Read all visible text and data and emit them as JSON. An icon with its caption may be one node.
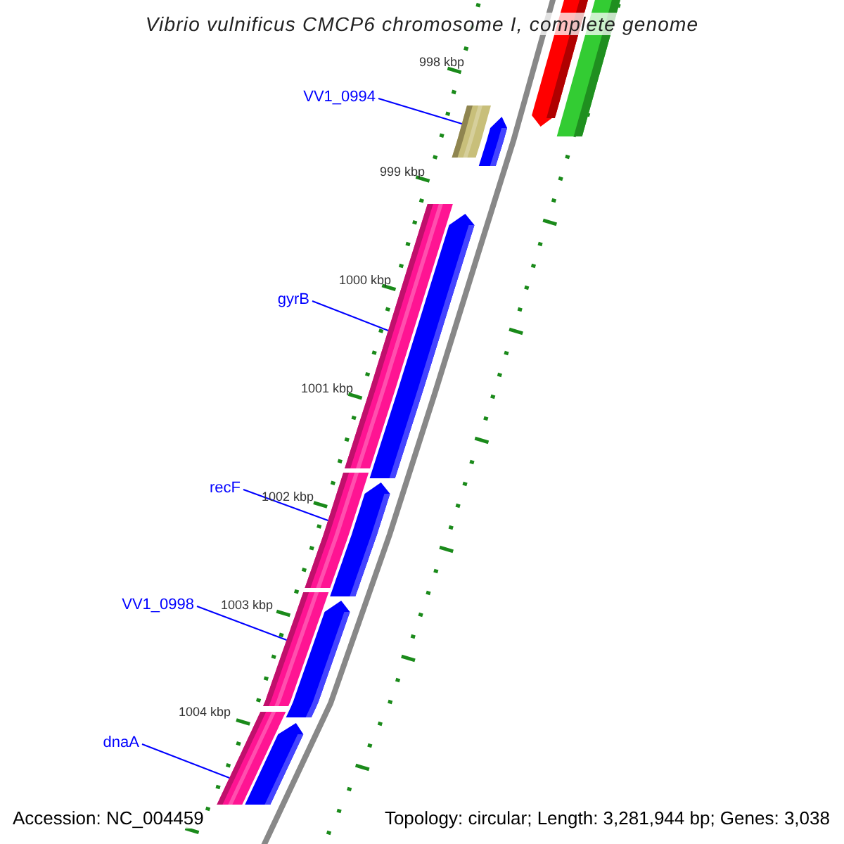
{
  "diagram": {
    "title": "Vibrio vulnificus CMCP6 chromosome I, complete genome",
    "nodes": [
      {
        "text": [
          "VV1_0994"
        ]
      },
      {
        "text": [
          "gyrB"
        ]
      },
      {
        "text": [
          "recF"
        ]
      },
      {
        "text": [
          "VV1_0998"
        ]
      },
      {
        "text": [
          "dnaA"
        ]
      },
      {
        "text": [],
        "shape": "bar"
      },
      {
        "text": [],
        "shape": "bar"
      },
      {
        "text": [],
        "shape": "bar"
      },
      {
        "text": [],
        "shape": "bar"
      },
      {
        "text": [],
        "shape": "bar"
      }
    ],
    "edges": [
      {
        "from": 0,
        "to": 5,
        "arrow": "none"
      },
      {
        "from": 1,
        "to": 6,
        "arrow": "none"
      },
      {
        "from": 2,
        "to": 7,
        "arrow": "none"
      },
      {
        "from": 3,
        "to": 8,
        "arrow": "none"
      },
      {
        "from": 4,
        "to": 9,
        "arrow": "none"
      }
    ],
    "labels": [
      "998 kbp",
      "999 kbp",
      "1000 kbp",
      "1001 kbp",
      "1002 kbp",
      "1003 kbp",
      "1004 kbp",
      "Accession: NC_004459",
      "Topology: circular; Length: 3,281,944 bp; Genes: 3,038"
    ]
  }
}
